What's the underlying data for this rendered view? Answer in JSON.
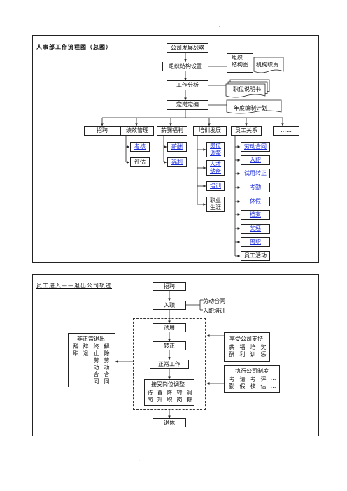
{
  "top_mark": "·",
  "bottom_mark": "-",
  "chart1": {
    "title": "人事部工作流程图（总图）",
    "main_nodes": [
      "公司发展战略",
      "组织结构设置",
      "工作分析",
      "定岗定编"
    ],
    "docs": {
      "org_chart": "组织\n结构图",
      "org_duties": "机构职责",
      "job_desc": "职位说明书",
      "annual_plan": "年度编制计划"
    },
    "branches": [
      "招聘",
      "绩效管理",
      "薪酬福利",
      "培训发展",
      "员工关系",
      "……"
    ],
    "perf_items": [
      "考核",
      "评估"
    ],
    "comp_items": [
      "薪酬",
      "福利"
    ],
    "train_items": [
      "岗位调整",
      "人才储备",
      "培训",
      "职业生涯"
    ],
    "relation_items": [
      "劳动合同",
      "入职",
      "试用转正",
      "考勤",
      "休假",
      "档案",
      "奖惩",
      "离职",
      "员工活动"
    ]
  },
  "chart2": {
    "title": "员工进入——退出公司轨迹",
    "recruit": "招聘",
    "onboard": "入职",
    "onboard_side": [
      "劳动合同",
      "入职培训"
    ],
    "probation": "试用",
    "regular": "转正",
    "working": "正常工作",
    "adjust": {
      "title": "接受岗位调整",
      "cols": [
        "待岗",
        "晋升",
        "降职",
        "转岗",
        "调薪"
      ]
    },
    "retire": "退休",
    "abnormal": {
      "title": "非正常退出",
      "cols": [
        "辞职",
        "辞退",
        "终止劳动合同",
        "解除劳动合同"
      ]
    },
    "support": {
      "title": "享受公司支持",
      "cols": [
        "薪酬",
        "福利",
        "培训",
        "奖惩"
      ]
    },
    "rules": {
      "title": "执行公司制度",
      "cols": [
        "考勤",
        "请假",
        "考核",
        "评估",
        "…",
        "…"
      ]
    }
  }
}
